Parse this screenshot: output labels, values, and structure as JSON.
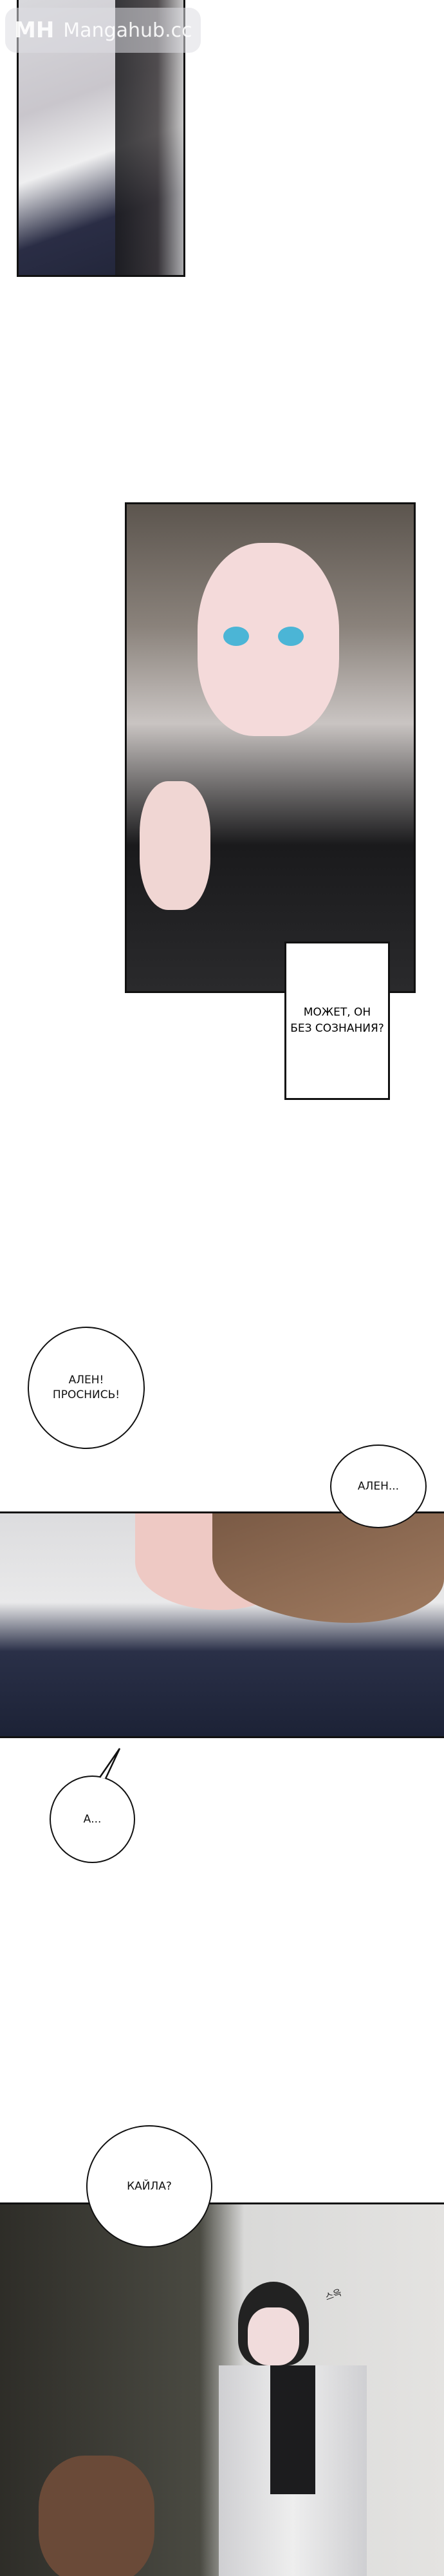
{
  "watermark": {
    "logo": "MH",
    "text": "Mangahub.cc"
  },
  "caption_1": {
    "line1": "МОЖЕТ, ОН",
    "line2": "БЕЗ СОЗНАНИЯ?"
  },
  "bubble_1": {
    "line1": "АЛЕН!",
    "line2": "ПРОСНИСЬ!"
  },
  "bubble_2": {
    "text": "АЛЕН..."
  },
  "bubble_3": {
    "text": "А..."
  },
  "bubble_4": {
    "text": "КАЙЛА?"
  },
  "sfx": {
    "text": "스윽"
  }
}
